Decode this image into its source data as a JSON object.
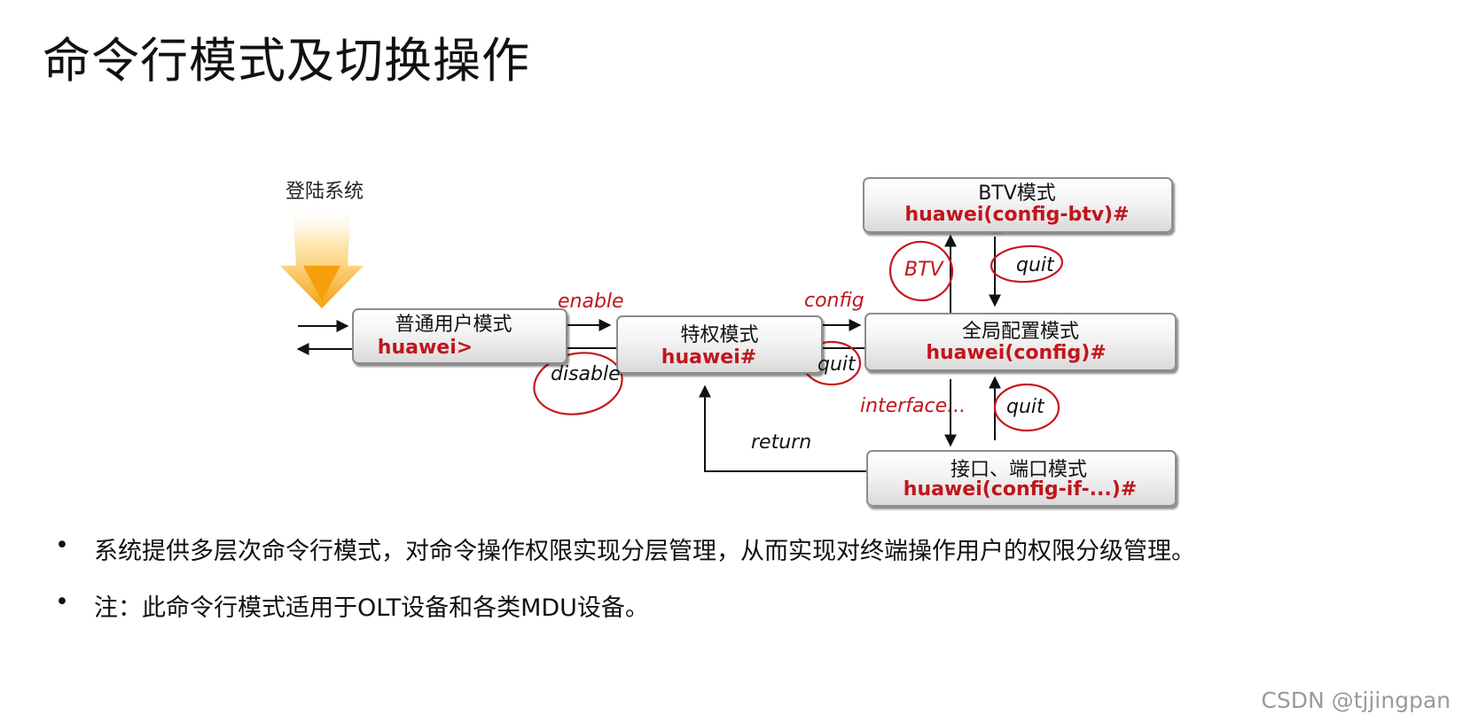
{
  "title": "命令行模式及切换操作",
  "diagram": {
    "login_label": "登陆系统",
    "modes": {
      "user": {
        "name": "普通用户模式",
        "prompt": "huawei>"
      },
      "privileged": {
        "name": "特权模式",
        "prompt": "huawei#"
      },
      "global_config": {
        "name": "全局配置模式",
        "prompt": "huawei(config)#"
      },
      "btv": {
        "name": "BTV模式",
        "prompt": "huawei(config-btv)#"
      },
      "interface": {
        "name": "接口、端口模式",
        "prompt": "huawei(config-if-...)#"
      }
    },
    "commands": {
      "enable": "enable",
      "disable": "disable",
      "config": "config",
      "quit_config": "quit",
      "btv": "BTV",
      "quit_btv": "quit",
      "interface": "interface...",
      "quit_interface": "quit",
      "return": "return"
    },
    "colors": {
      "prompt": "#c0151c",
      "command": "#c0151c",
      "handwritten_mark": "#c8161d",
      "arrow_orange": "#f5a00a"
    }
  },
  "bullets": [
    "系统提供多层次命令行模式，对命令操作权限实现分层管理，从而实现对终端操作用户的权限分级管理。",
    "注：此命令行模式适用于OLT设备和各类MDU设备。"
  ],
  "bullet_symbol": "•",
  "watermark": "CSDN @tjjingpan"
}
